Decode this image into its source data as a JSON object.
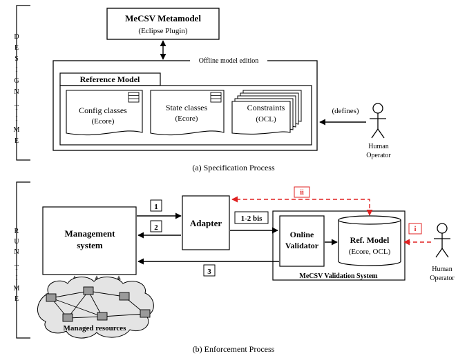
{
  "design_phase": {
    "side_label": "DESIGN TIME",
    "side_letters": [
      "D",
      "E",
      "S",
      "I",
      "G",
      "N",
      "",
      "T",
      "I",
      "M",
      "E"
    ],
    "metamodel": {
      "title": "MeCSV Metamodel",
      "subtitle": "(Eclipse Plugin)"
    },
    "edition_label": "Offline model edition",
    "reference_model": {
      "title": "Reference Model",
      "docs": [
        {
          "title": "Config classes",
          "subtitle": "(Ecore)"
        },
        {
          "title": "State classes",
          "subtitle": "(Ecore)"
        },
        {
          "title": "Constraints",
          "subtitle": "(OCL)"
        }
      ]
    },
    "defines_label": "(defines)",
    "operator_label": [
      "Human",
      "Operator"
    ],
    "caption": "(a) Specification Process"
  },
  "run_phase": {
    "side_label": "RUN TIME",
    "side_letters": [
      "R",
      "U",
      "N",
      "",
      "T",
      "I",
      "M",
      "E"
    ],
    "management": [
      "Management",
      "system"
    ],
    "adapter": "Adapter",
    "steps": {
      "s1": "1",
      "s2": "2",
      "s3": "3",
      "s12bis": "1-2 bis"
    },
    "markers": {
      "ii": "ii",
      "i": "i"
    },
    "validator": [
      "Online",
      "Validator"
    ],
    "ref_model": {
      "title": "Ref. Model",
      "subtitle": "(Ecore, OCL)"
    },
    "validation_system": "MeCSV Validation System",
    "managed_resources": "Managed resources",
    "operator_label": [
      "Human",
      "Operator"
    ],
    "caption": "(b) Enforcement Process"
  },
  "colors": {
    "ink": "#000000",
    "highlight": "#e02020",
    "node_fill": "#9a9a9a",
    "cloud_fill": "#e4e4e4"
  }
}
